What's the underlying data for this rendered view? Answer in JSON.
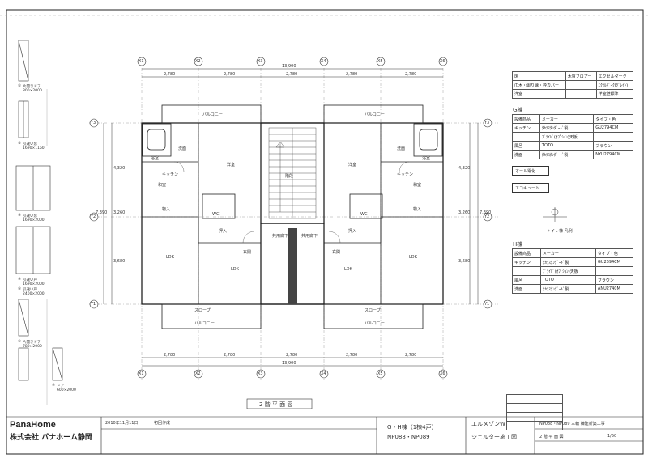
{
  "axes": {
    "columns": [
      "X1",
      "X2",
      "X3",
      "X4",
      "X5",
      "X6"
    ],
    "rows": [
      "Y3",
      "Y2",
      "Y1"
    ],
    "top_overall": "13,900",
    "bottom_overall": "13,900",
    "spans": [
      "2,780",
      "2,780",
      "2,780",
      "2,780",
      "2,780"
    ],
    "left_dims": [
      "4,320",
      "3,260",
      "3,680"
    ],
    "right_dims": [
      "4,320",
      "3,260",
      "3,680"
    ],
    "left_total": "7,390",
    "right_total": "7,390"
  },
  "finish_table": {
    "rows": [
      [
        "床",
        "木質フロアー",
        "エクセルダーク"
      ],
      [
        "巾木・廻り縁・枠カバー",
        "",
        "ｴｸｾﾙﾀﾞｰｸ(ｸﾞﾚｲﾝ)"
      ],
      [
        "洋室",
        "",
        "洋室壁標準"
      ]
    ]
  },
  "g_building": {
    "heading": "G棟",
    "header": [
      "設備商品",
      "メーカー",
      "タイプ・色"
    ],
    "rows": [
      [
        "キッチン",
        "ﾀｶﾗｽﾀﾝﾀﾞｰﾄﾞ製",
        "GU2794CM"
      ],
      [
        "",
        "ﾌﾞﾗｲﾄﾞ(ｵﾌﾟｼｮﾝ)天板",
        ""
      ],
      [
        "風呂",
        "TOTO",
        "ブラウン"
      ],
      [
        "洗面",
        "ﾀｶﾗｽﾀﾝﾀﾞｰﾄﾞ製",
        "NYU2794CM"
      ]
    ]
  },
  "h_building": {
    "heading": "H棟",
    "header": [
      "設備商品",
      "メーカー",
      "タイプ・色"
    ],
    "rows": [
      [
        "キッチン",
        "ﾀｶﾗｽﾀﾝﾀﾞｰﾄﾞ製",
        "GU2694CM"
      ],
      [
        "",
        "ﾌﾞﾗｲﾄﾞ(ｵﾌﾟｼｮﾝ)天板",
        ""
      ],
      [
        "風呂",
        "TOTO",
        "ブラウン"
      ],
      [
        "洗面",
        "ﾀｶﾗｽﾀﾝﾀﾞｰﾄﾞ製",
        "ANU2740M"
      ]
    ]
  },
  "notes": {
    "all_electric": "オール電化",
    "ecocute": "エコキュート",
    "toilet_legend": "トイレ棟  凡例"
  },
  "rooms": {
    "stair": "階段",
    "corridor": "共用廊下",
    "balcony": "バルコニー",
    "japanese": "和室",
    "western": "洋室",
    "ldk": "LDK",
    "bath": "浴室",
    "wc": "WC",
    "kitchen": "キッチン",
    "entrance": "玄関",
    "slope": "スロープ",
    "storage": "押入",
    "closet": "物入",
    "sink": "洗面"
  },
  "window_types": [
    {
      "code": "①",
      "label": "片開きドア",
      "size": "800×2000"
    },
    {
      "code": "②",
      "label": "引違い窓",
      "size": "1690×1150"
    },
    {
      "code": "③",
      "label": "引違い窓",
      "size": "1690×2000"
    },
    {
      "code": "④",
      "label": "引違い戸",
      "size": "1690×2000"
    },
    {
      "code": "⑤",
      "label": "引違い戸",
      "size": "2400×2000"
    },
    {
      "code": "⑥",
      "label": "片開きドア",
      "size": "780×2000"
    },
    {
      "code": "⑦",
      "label": "ドア",
      "size": "600×2000"
    }
  ],
  "plan_title": "2 階 平 面 図",
  "title_block": {
    "company_brand": "PanaHome",
    "company_name": "株式会社 パナホーム静岡",
    "date": "2010年11月11日",
    "status": "初回作成",
    "building": "G・H棟（1棟4戸）",
    "lot": "NP088・NP089",
    "project": "エルメゾンW",
    "work": "NP088・NP089  三輪  棟建新築工事",
    "drawing": "シェルター施工図",
    "sheet_name": "2 階 平 面 図",
    "scale": "1/50"
  },
  "revision_table": {
    "rows": [
      [
        "",
        ""
      ],
      [
        "",
        ""
      ],
      [
        "",
        ""
      ],
      [
        "",
        ""
      ]
    ]
  }
}
